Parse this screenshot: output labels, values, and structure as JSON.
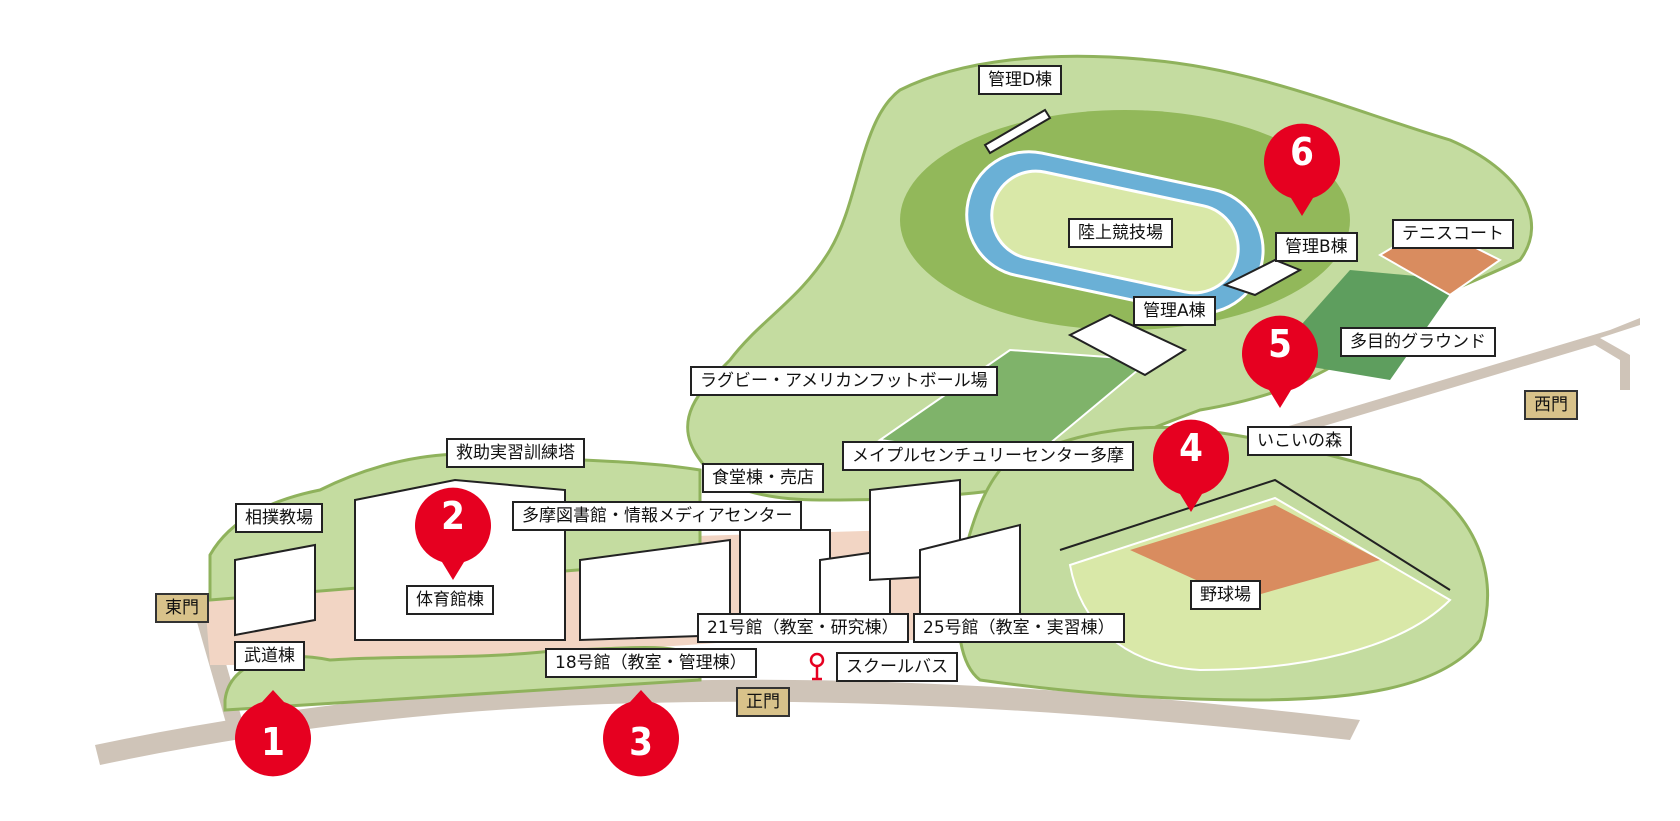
{
  "colors": {
    "pin_red": "#e60020",
    "tree_light": "#c4dca0",
    "tree_dark": "#92b85a",
    "road": "#cfc4b8",
    "field_green": "#7fb36a",
    "track_blue": "#6ab0d6",
    "infield": "#d9e8a8",
    "dirt": "#d98c5f",
    "gate_fill": "#d8c28a"
  },
  "gates": {
    "east": "東門",
    "main": "正門",
    "west": "西門"
  },
  "labels": {
    "kanri_d": "管理D棟",
    "track": "陸上競技場",
    "kanri_b": "管理B棟",
    "tennis": "テニスコート",
    "kanri_a": "管理A棟",
    "multi_ground": "多目的グラウンド",
    "rugby": "ラグビー・アメリカンフットボール場",
    "ikoi": "いこいの森",
    "kyujo": "救助実習訓練塔",
    "maple": "メイプルセンチュリーセンター多摩",
    "shokudo": "食堂棟・売店",
    "library": "多摩図書館・情報メディアセンター",
    "sumo": "相撲教場",
    "gym": "体育館棟",
    "baseball": "野球場",
    "b21": "21号館（教室・研究棟）",
    "b25": "25号館（教室・実習棟）",
    "budo": "武道棟",
    "b18": "18号館（教室・管理棟）",
    "bus": "スクールバス"
  },
  "pins": [
    "1",
    "2",
    "3",
    "4",
    "5",
    "6"
  ]
}
